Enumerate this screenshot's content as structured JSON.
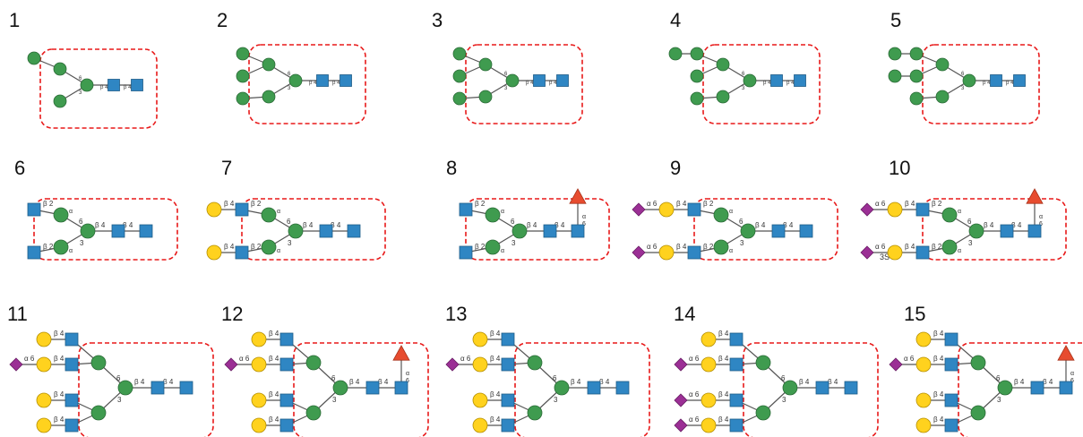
{
  "panels": [
    {
      "number": "1"
    },
    {
      "number": "2"
    },
    {
      "number": "3"
    },
    {
      "number": "4"
    },
    {
      "number": "5"
    },
    {
      "number": "6"
    },
    {
      "number": "7"
    },
    {
      "number": "8"
    },
    {
      "number": "9"
    },
    {
      "number": "10"
    },
    {
      "number": "11"
    },
    {
      "number": "12"
    },
    {
      "number": "13"
    },
    {
      "number": "14"
    },
    {
      "number": "15"
    }
  ],
  "labels": {
    "b2": "β 2",
    "b4": "β 4",
    "a6": "α 6",
    "a": "α",
    "b": "β",
    "six": "6",
    "three": "3",
    "four": "4",
    "panel10_extra": "3S"
  },
  "colors": {
    "mannose": "#3f9b4f",
    "glcnac": "#2f86c3",
    "galactose": "#ffd21e",
    "sialic_acid": "#9b2f95",
    "fucose": "#e74c2f",
    "highlight_box": "#e81919",
    "link_line": "#555555"
  }
}
